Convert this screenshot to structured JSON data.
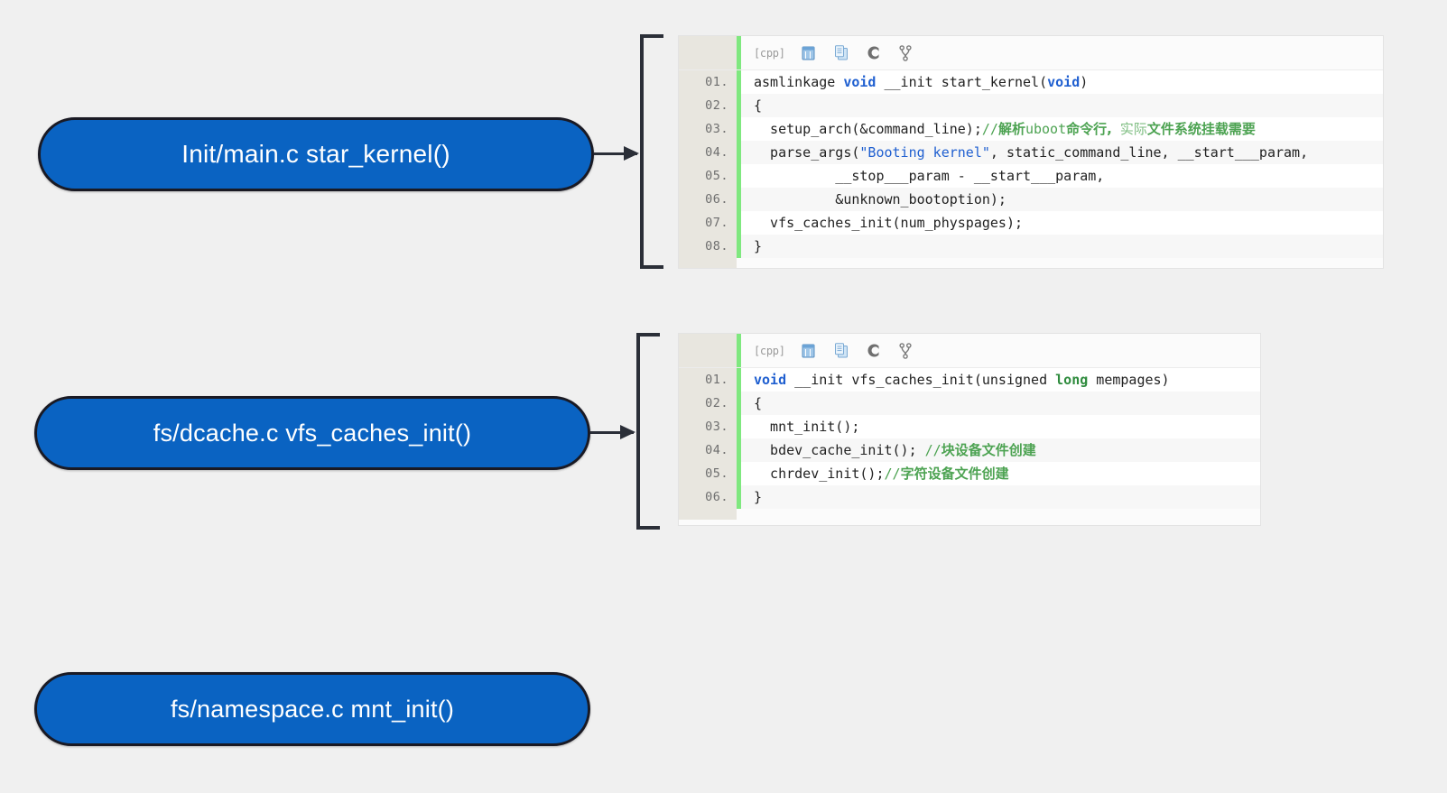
{
  "background_color": "#f0f0f0",
  "nodes": [
    {
      "id": "start-kernel",
      "label": "Init/main.c star_kernel()",
      "fill": "#0a63c2",
      "border": "#1a1a24",
      "text_color": "#ffffff"
    },
    {
      "id": "vfs-caches-init",
      "label": "fs/dcache.c  vfs_caches_init()",
      "fill": "#0a63c2",
      "border": "#1a1a24",
      "text_color": "#ffffff"
    },
    {
      "id": "mnt-init",
      "label": "fs/namespace.c  mnt_init()",
      "fill": "#0a63c2",
      "border": "#1a1a24",
      "text_color": "#ffffff"
    }
  ],
  "code_blocks": [
    {
      "id": "code-block-1",
      "toolbar": {
        "lang_tag": "[cpp]",
        "icons": [
          "save-icon",
          "copy-icon",
          "csdn-c-icon",
          "fork-icon"
        ]
      },
      "gutter_color": "#e8e6df",
      "accent_color": "#7fe87f",
      "lines": [
        {
          "num": "01.",
          "text": "asmlinkage void __init start_kernel(void)"
        },
        {
          "num": "02.",
          "text": "{"
        },
        {
          "num": "03.",
          "text": "  setup_arch(&command_line);//解析uboot命令行, 实际文件系统挂载需要"
        },
        {
          "num": "04.",
          "text": "  parse_args(\"Booting kernel\", static_command_line, __start___param,"
        },
        {
          "num": "05.",
          "text": "          __stop___param - __start___param,"
        },
        {
          "num": "06.",
          "text": "          &unknown_bootoption);"
        },
        {
          "num": "07.",
          "text": "  vfs_caches_init(num_physpages);"
        },
        {
          "num": "08.",
          "text": "}"
        }
      ]
    },
    {
      "id": "code-block-2",
      "toolbar": {
        "lang_tag": "[cpp]",
        "icons": [
          "save-icon",
          "copy-icon",
          "csdn-c-icon",
          "fork-icon"
        ]
      },
      "gutter_color": "#e8e6df",
      "accent_color": "#7fe87f",
      "lines": [
        {
          "num": "01.",
          "text": "void __init vfs_caches_init(unsigned long mempages)"
        },
        {
          "num": "02.",
          "text": "{"
        },
        {
          "num": "03.",
          "text": "  mnt_init();"
        },
        {
          "num": "04.",
          "text": "  bdev_cache_init(); //块设备文件创建"
        },
        {
          "num": "05.",
          "text": "  chrdev_init();//字符设备文件创建"
        },
        {
          "num": "06.",
          "text": "}"
        }
      ]
    }
  ],
  "connectors": [
    {
      "id": "arrow-to-block-1",
      "from": "start-kernel",
      "to": "code-block-1",
      "color": "#2b2f38"
    },
    {
      "id": "arrow-to-block-2",
      "from": "vfs-caches-init",
      "to": "code-block-2",
      "color": "#2b2f38"
    }
  ],
  "brackets": [
    {
      "id": "bracket-1",
      "target": "code-block-1",
      "color": "#2b2f38"
    },
    {
      "id": "bracket-2",
      "target": "code-block-2",
      "color": "#2b2f38"
    }
  ]
}
